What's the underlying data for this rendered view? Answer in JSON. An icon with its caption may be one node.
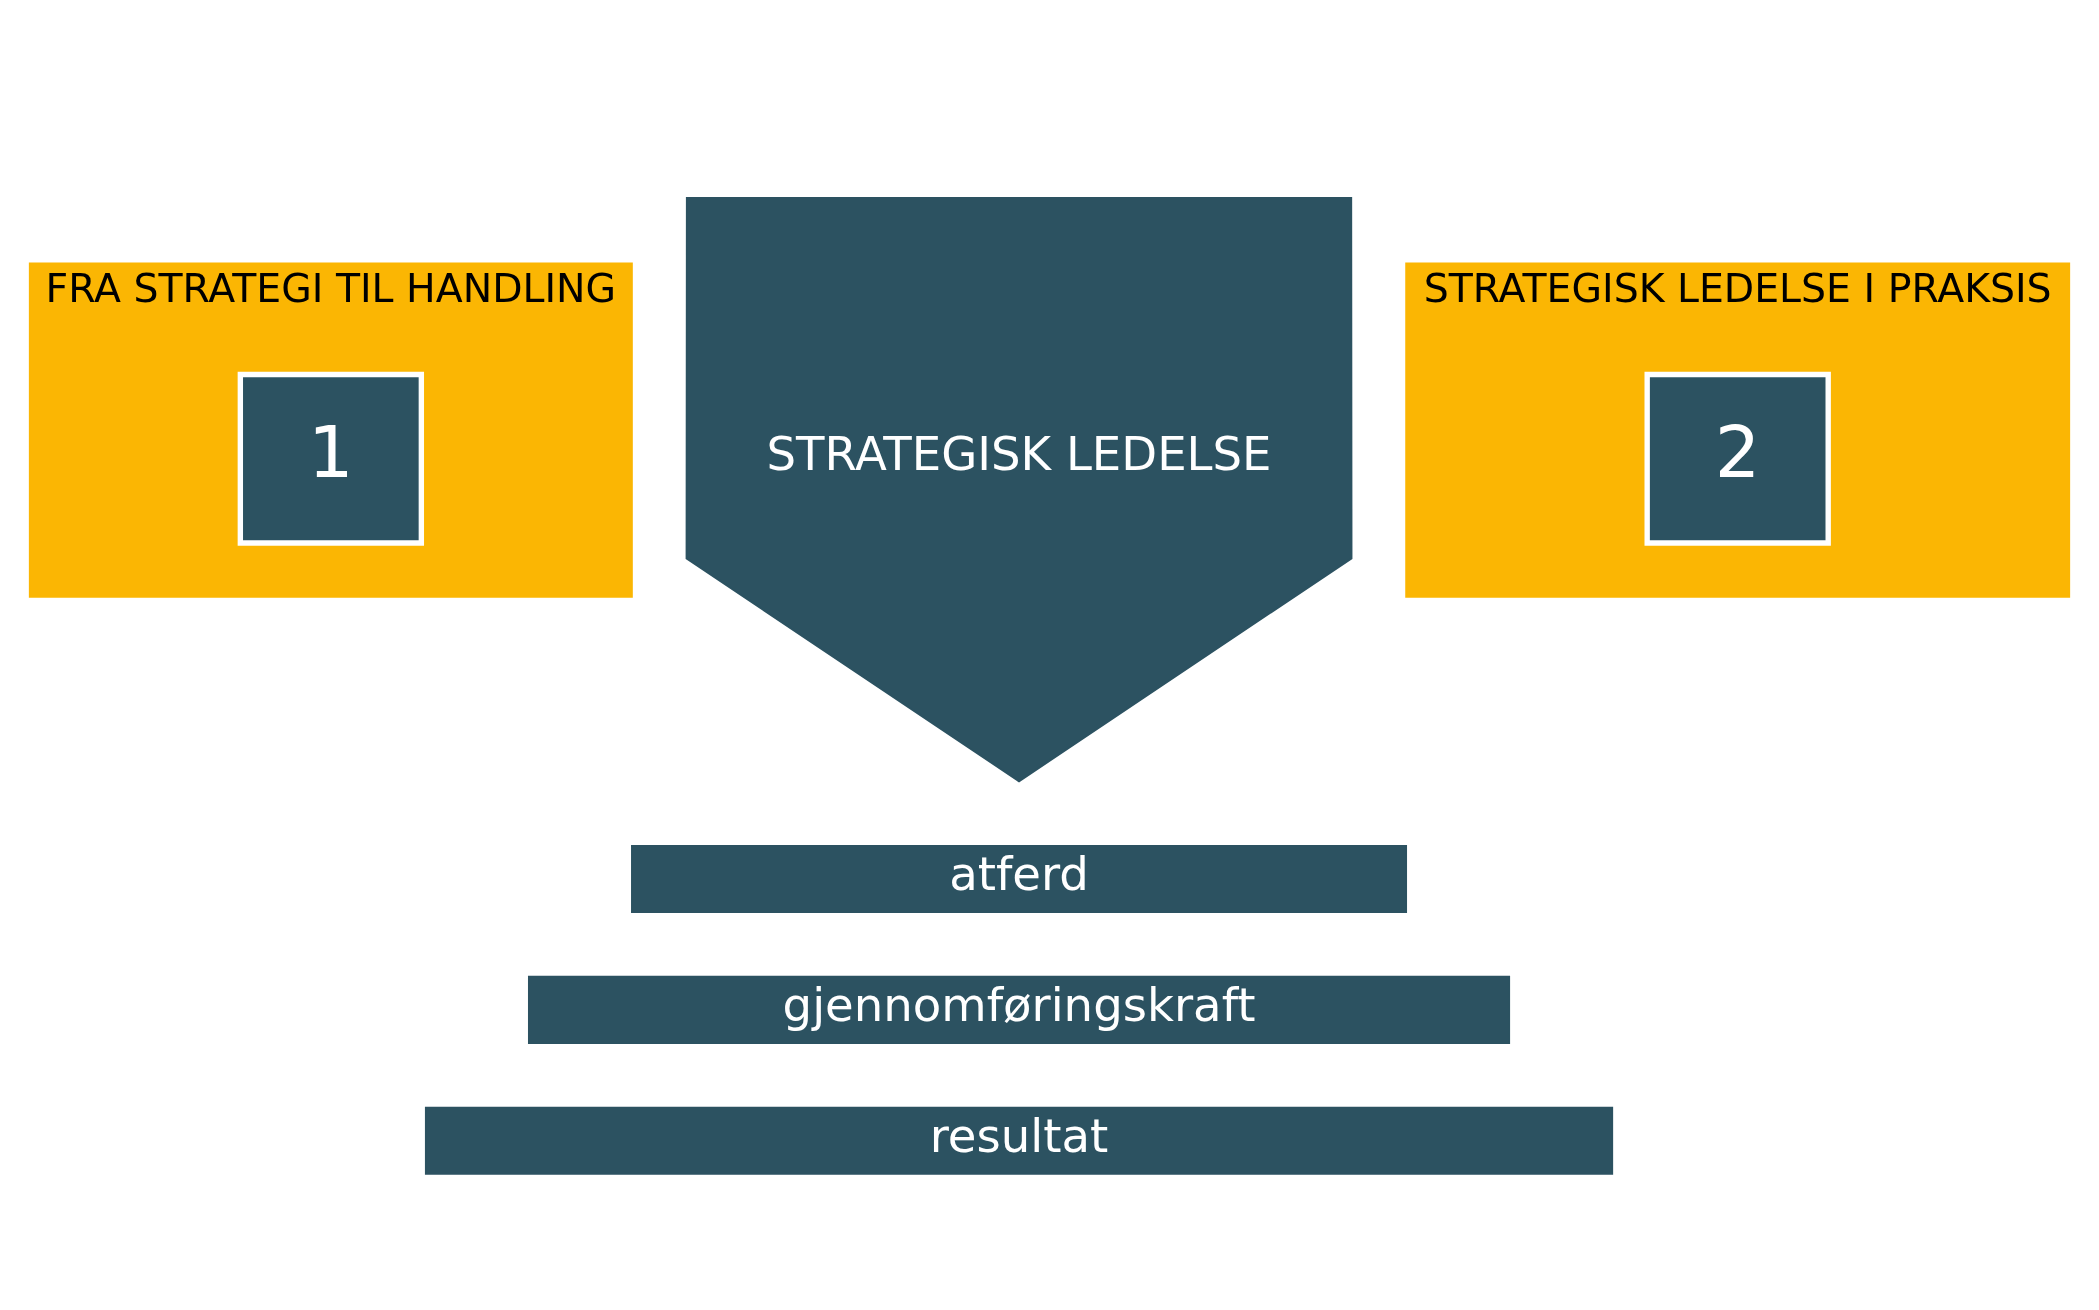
{
  "diagram": {
    "nodes": [
      {
        "text": [
          "FRA STRATEGI TIL HANDLING"
        ]
      },
      {
        "text": [
          "1"
        ],
        "in": 0
      },
      {
        "text": [
          "STRATEGISK LEDELSE"
        ]
      },
      {
        "text": [
          "STRATEGISK LEDELSE I PRAKSIS"
        ]
      },
      {
        "text": [
          "2"
        ],
        "in": 3
      },
      {
        "text": [
          "atferd"
        ]
      },
      {
        "text": [
          "gjennomføringskraft"
        ]
      },
      {
        "text": [
          "resultat"
        ]
      }
    ],
    "edges": []
  }
}
